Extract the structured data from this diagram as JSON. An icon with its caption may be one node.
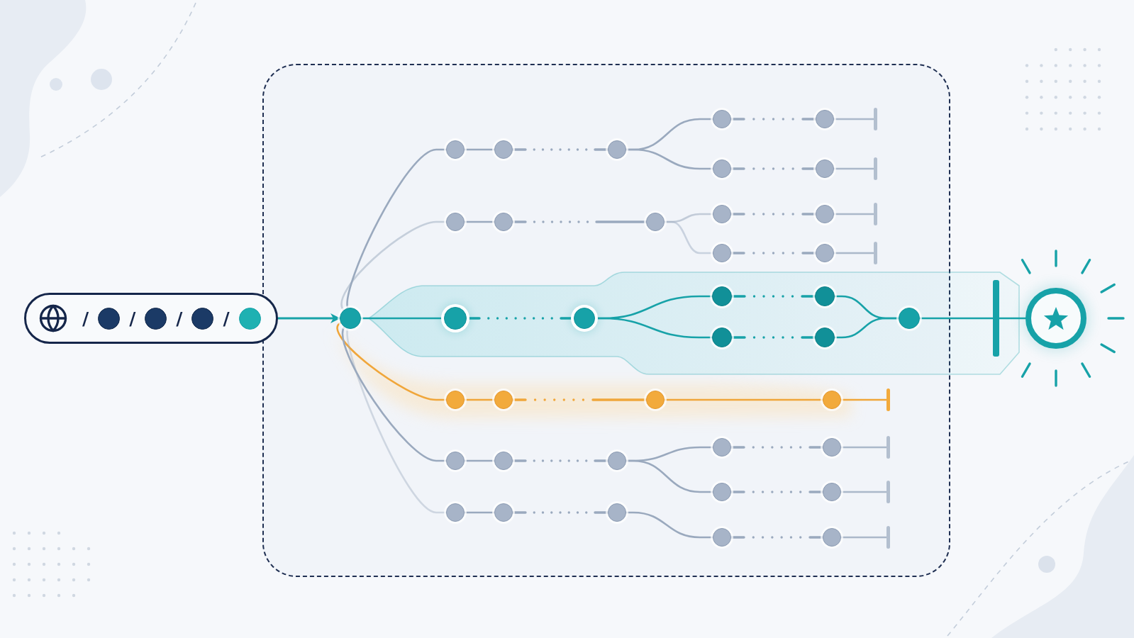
{
  "diagram": {
    "nodes": [
      {
        "text": [
          "/",
          "/",
          "/",
          "/"
        ]
      },
      {
        "text": [],
        "shape": "box"
      },
      {
        "text": [],
        "shape": "circle",
        "in": 1
      },
      {
        "text": [],
        "shape": "circle",
        "in": 1
      },
      {
        "text": [],
        "shape": "circle",
        "in": 1
      },
      {
        "text": [],
        "shape": "circle",
        "in": 1
      },
      {
        "text": [],
        "shape": "circle",
        "in": 1
      },
      {
        "text": [],
        "shape": "circle",
        "in": 1
      },
      {
        "text": [],
        "shape": "circle",
        "in": 1
      },
      {
        "text": [],
        "shape": "circle",
        "in": 1
      },
      {
        "text": [],
        "shape": "circle",
        "in": 1
      },
      {
        "text": [],
        "shape": "circle",
        "in": 1
      },
      {
        "text": [],
        "shape": "circle",
        "in": 1
      },
      {
        "text": [],
        "shape": "circle",
        "in": 1
      },
      {
        "text": [],
        "shape": "circle",
        "in": 1
      },
      {
        "text": [],
        "shape": "circle",
        "in": 1
      },
      {
        "text": [],
        "shape": "circle",
        "in": 1
      },
      {
        "text": [],
        "shape": "circle",
        "in": 1
      },
      {
        "text": [],
        "shape": "circle",
        "in": 1
      },
      {
        "text": [],
        "shape": "circle",
        "in": 1
      },
      {
        "text": [],
        "shape": "circle",
        "in": 1
      },
      {
        "text": [],
        "shape": "circle",
        "in": 1
      },
      {
        "text": [],
        "shape": "circle",
        "in": 1
      },
      {
        "text": [],
        "shape": "circle",
        "in": 1
      },
      {
        "text": [],
        "shape": "circle",
        "in": 1
      },
      {
        "text": [],
        "shape": "circle",
        "in": 1
      },
      {
        "text": [],
        "shape": "circle",
        "in": 1
      },
      {
        "text": [],
        "shape": "circle",
        "in": 1
      },
      {
        "text": [],
        "shape": "circle",
        "in": 1
      },
      {
        "text": [],
        "shape": "circle",
        "in": 1
      },
      {
        "text": [],
        "shape": "circle",
        "in": 1
      },
      {
        "text": [],
        "shape": "circle",
        "in": 1
      },
      {
        "text": [],
        "shape": "circle",
        "in": 1
      },
      {
        "text": [],
        "shape": "circle",
        "in": 1
      },
      {
        "text": [],
        "shape": "circle",
        "in": 1
      },
      {
        "text": [],
        "shape": "circle",
        "in": 1
      },
      {
        "text": [],
        "shape": "circle",
        "in": 1
      },
      {
        "text": [],
        "shape": "circle",
        "in": 1
      },
      {
        "text": [],
        "shape": "circle",
        "in": 1
      },
      {
        "text": [],
        "shape": "circle",
        "in": 1
      },
      {
        "text": [],
        "shape": "circle"
      },
      {
        "text": [],
        "shape": "bar",
        "in": 1
      },
      {
        "text": [],
        "shape": "bar",
        "in": 1
      },
      {
        "text": [],
        "shape": "bar",
        "in": 1
      },
      {
        "text": [],
        "shape": "bar",
        "in": 1
      },
      {
        "text": [],
        "shape": "bar",
        "in": 1
      },
      {
        "text": [],
        "shape": "bar",
        "in": 1
      },
      {
        "text": [],
        "shape": "bar",
        "in": 1
      },
      {
        "text": [],
        "shape": "bar",
        "in": 1
      },
      {
        "text": [],
        "shape": "bar"
      }
    ],
    "edges": [
      {
        "from": 0,
        "to": 2,
        "arrow": "to",
        "color": "#17a2a8"
      },
      {
        "from": 2,
        "to": 3,
        "arrow": "none"
      },
      {
        "from": 2,
        "to": 10,
        "arrow": "none"
      },
      {
        "from": 2,
        "to": 17,
        "arrow": "none",
        "color": "#17a2a8"
      },
      {
        "from": 2,
        "to": 24,
        "arrow": "none",
        "color": "#f0a63a"
      },
      {
        "from": 2,
        "to": 28,
        "arrow": "none"
      },
      {
        "from": 2,
        "to": 35,
        "arrow": "none"
      },
      {
        "from": 3,
        "to": 4,
        "arrow": "none"
      },
      {
        "from": 4,
        "to": 5,
        "arrow": "none",
        "style": "dashed"
      },
      {
        "from": 5,
        "to": 6,
        "arrow": "none"
      },
      {
        "from": 5,
        "to": 8,
        "arrow": "none"
      },
      {
        "from": 6,
        "to": 7,
        "arrow": "none",
        "style": "dashed"
      },
      {
        "from": 8,
        "to": 9,
        "arrow": "none",
        "style": "dashed"
      },
      {
        "from": 7,
        "to": 41,
        "arrow": "none"
      },
      {
        "from": 9,
        "to": 42,
        "arrow": "none"
      },
      {
        "from": 10,
        "to": 11,
        "arrow": "none"
      },
      {
        "from": 11,
        "to": 12,
        "arrow": "none",
        "style": "dashed"
      },
      {
        "from": 12,
        "to": 13,
        "arrow": "none"
      },
      {
        "from": 12,
        "to": 15,
        "arrow": "none"
      },
      {
        "from": 13,
        "to": 14,
        "arrow": "none",
        "style": "dashed"
      },
      {
        "from": 15,
        "to": 16,
        "arrow": "none",
        "style": "dashed"
      },
      {
        "from": 14,
        "to": 43,
        "arrow": "none"
      },
      {
        "from": 16,
        "to": 44,
        "arrow": "none"
      },
      {
        "from": 17,
        "to": 18,
        "arrow": "none",
        "style": "dashed",
        "color": "#17a2a8"
      },
      {
        "from": 18,
        "to": 19,
        "arrow": "none",
        "color": "#17a2a8"
      },
      {
        "from": 18,
        "to": 21,
        "arrow": "none",
        "color": "#17a2a8"
      },
      {
        "from": 19,
        "to": 20,
        "arrow": "none",
        "style": "dashed",
        "color": "#17a2a8"
      },
      {
        "from": 21,
        "to": 22,
        "arrow": "none",
        "style": "dashed",
        "color": "#17a2a8"
      },
      {
        "from": 20,
        "to": 23,
        "arrow": "none",
        "color": "#17a2a8"
      },
      {
        "from": 22,
        "to": 23,
        "arrow": "none",
        "color": "#17a2a8"
      },
      {
        "from": 23,
        "to": 49,
        "arrow": "none",
        "color": "#17a2a8"
      },
      {
        "from": 24,
        "to": 25,
        "arrow": "none",
        "color": "#f0a63a"
      },
      {
        "from": 25,
        "to": 26,
        "arrow": "none",
        "style": "dashed",
        "color": "#f0a63a"
      },
      {
        "from": 26,
        "to": 27,
        "arrow": "none",
        "color": "#f0a63a"
      },
      {
        "from": 27,
        "to": 45,
        "arrow": "none",
        "color": "#f0a63a"
      },
      {
        "from": 28,
        "to": 29,
        "arrow": "none"
      },
      {
        "from": 29,
        "to": 30,
        "arrow": "none",
        "style": "dashed"
      },
      {
        "from": 30,
        "to": 31,
        "arrow": "none"
      },
      {
        "from": 30,
        "to": 33,
        "arrow": "none"
      },
      {
        "from": 31,
        "to": 32,
        "arrow": "none",
        "style": "dashed"
      },
      {
        "from": 33,
        "to": 34,
        "arrow": "none",
        "style": "dashed"
      },
      {
        "from": 32,
        "to": 46,
        "arrow": "none"
      },
      {
        "from": 34,
        "to": 47,
        "arrow": "none"
      },
      {
        "from": 35,
        "to": 36,
        "arrow": "none"
      },
      {
        "from": 36,
        "to": 37,
        "arrow": "none",
        "style": "dashed"
      },
      {
        "from": 37,
        "to": 38,
        "arrow": "none"
      },
      {
        "from": 38,
        "to": 39,
        "arrow": "none",
        "style": "dashed"
      },
      {
        "from": 39,
        "to": 48,
        "arrow": "none"
      },
      {
        "from": 49,
        "to": 40,
        "arrow": "none",
        "color": "#17a2a8"
      }
    ]
  }
}
